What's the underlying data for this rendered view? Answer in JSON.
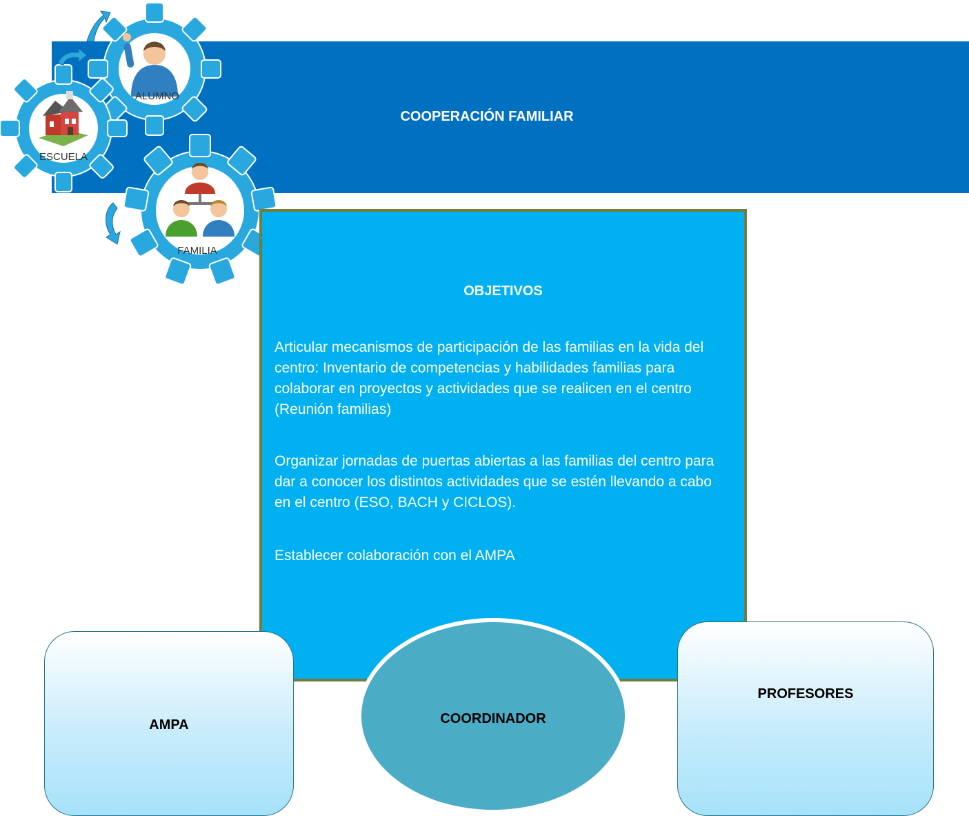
{
  "header": {
    "title": "COOPERACIÓN FAMILIAR"
  },
  "logo": {
    "gears": [
      {
        "label": "ALUMNO",
        "icon": "student-icon"
      },
      {
        "label": "ESCUELA",
        "icon": "school-icon"
      },
      {
        "label": "FAMILIA",
        "icon": "family-icon"
      }
    ]
  },
  "objectives": {
    "title": "OBJETIVOS",
    "items": [
      "Articular mecanismos de participación de las familias en la vida del centro: Inventario de competencias y habilidades familias para colaborar en proyectos y actividades que se realicen en el centro (Reunión familias)",
      "Organizar jornadas de puertas abiertas a las familias del centro para dar a conocer los distintos actividades que se estén llevando a cabo en el centro (ESO, BACH y CICLOS).",
      "Establecer colaboración con el AMPA"
    ]
  },
  "roles": {
    "ampa": "AMPA",
    "coordinator": "COORDINADOR",
    "teachers": "PROFESORES"
  },
  "colors": {
    "header_band": "#0070c0",
    "objectives_box": "#00b0f0",
    "objectives_border": "#6f7f3a",
    "gear": "#29a8e0",
    "coordinator": "#4bacc6"
  }
}
